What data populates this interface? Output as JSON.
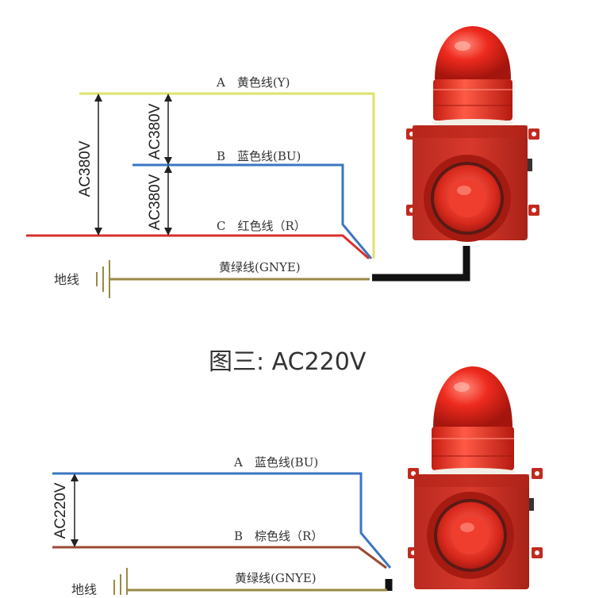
{
  "colors": {
    "yellow": "#dce36a",
    "blue": "#3a76c0",
    "red": "#d9302c",
    "brown": "#9a4a35",
    "ground": "#9a8a45",
    "cable": "#111111",
    "dim": "#222222",
    "siren_red": "#d3342a",
    "siren_dark": "#a82218"
  },
  "section1": {
    "wire_a": "A　黄色线(Y)",
    "wire_b": "B　蓝色线(BU)",
    "wire_c": "C　红色线（R）",
    "wire_ground": "黄绿线(GNYE)",
    "ground_label": "地线",
    "voltage_outer": "AC380V",
    "voltage_ab": "AC380V",
    "voltage_bc": "AC380V"
  },
  "section2": {
    "title": "图三: AC220V",
    "wire_a": "A　蓝色线(BU)",
    "wire_b": "B　棕色线（R）",
    "wire_ground": "黄绿线(GNYE)",
    "ground_label": "地线",
    "voltage": "AC220V"
  }
}
